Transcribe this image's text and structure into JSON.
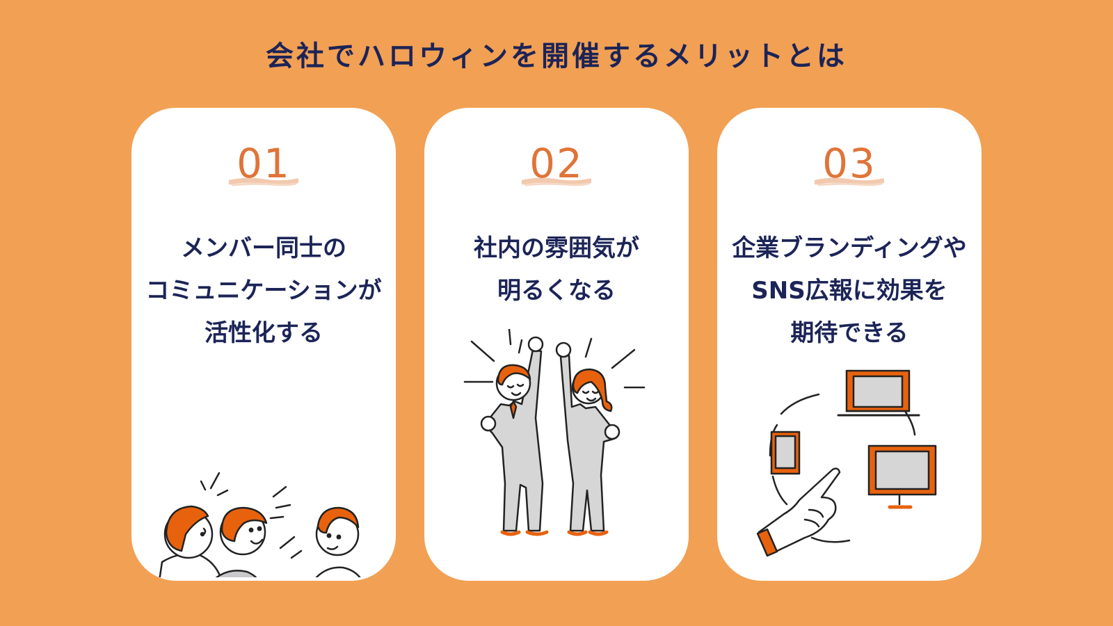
{
  "title": "会社でハロウィンを開催するメリットとは",
  "colors": {
    "background": "#F2A054",
    "card": "#FFFFFF",
    "number": "#E07438",
    "heading": "#1C2457",
    "accent": "#E8620E"
  },
  "cards": [
    {
      "number": "01",
      "lines": [
        "メンバー同士の",
        "コミュニケーションが",
        "活性化する"
      ],
      "illustration": "people-talking-icon"
    },
    {
      "number": "02",
      "lines": [
        "社内の雰囲気が",
        "明るくなる"
      ],
      "illustration": "cheering-people-icon"
    },
    {
      "number": "03",
      "lines": [
        "企業ブランディングや",
        "SNS広報に効果を",
        "期待できる"
      ],
      "illustration": "devices-pointing-hand-icon"
    }
  ]
}
